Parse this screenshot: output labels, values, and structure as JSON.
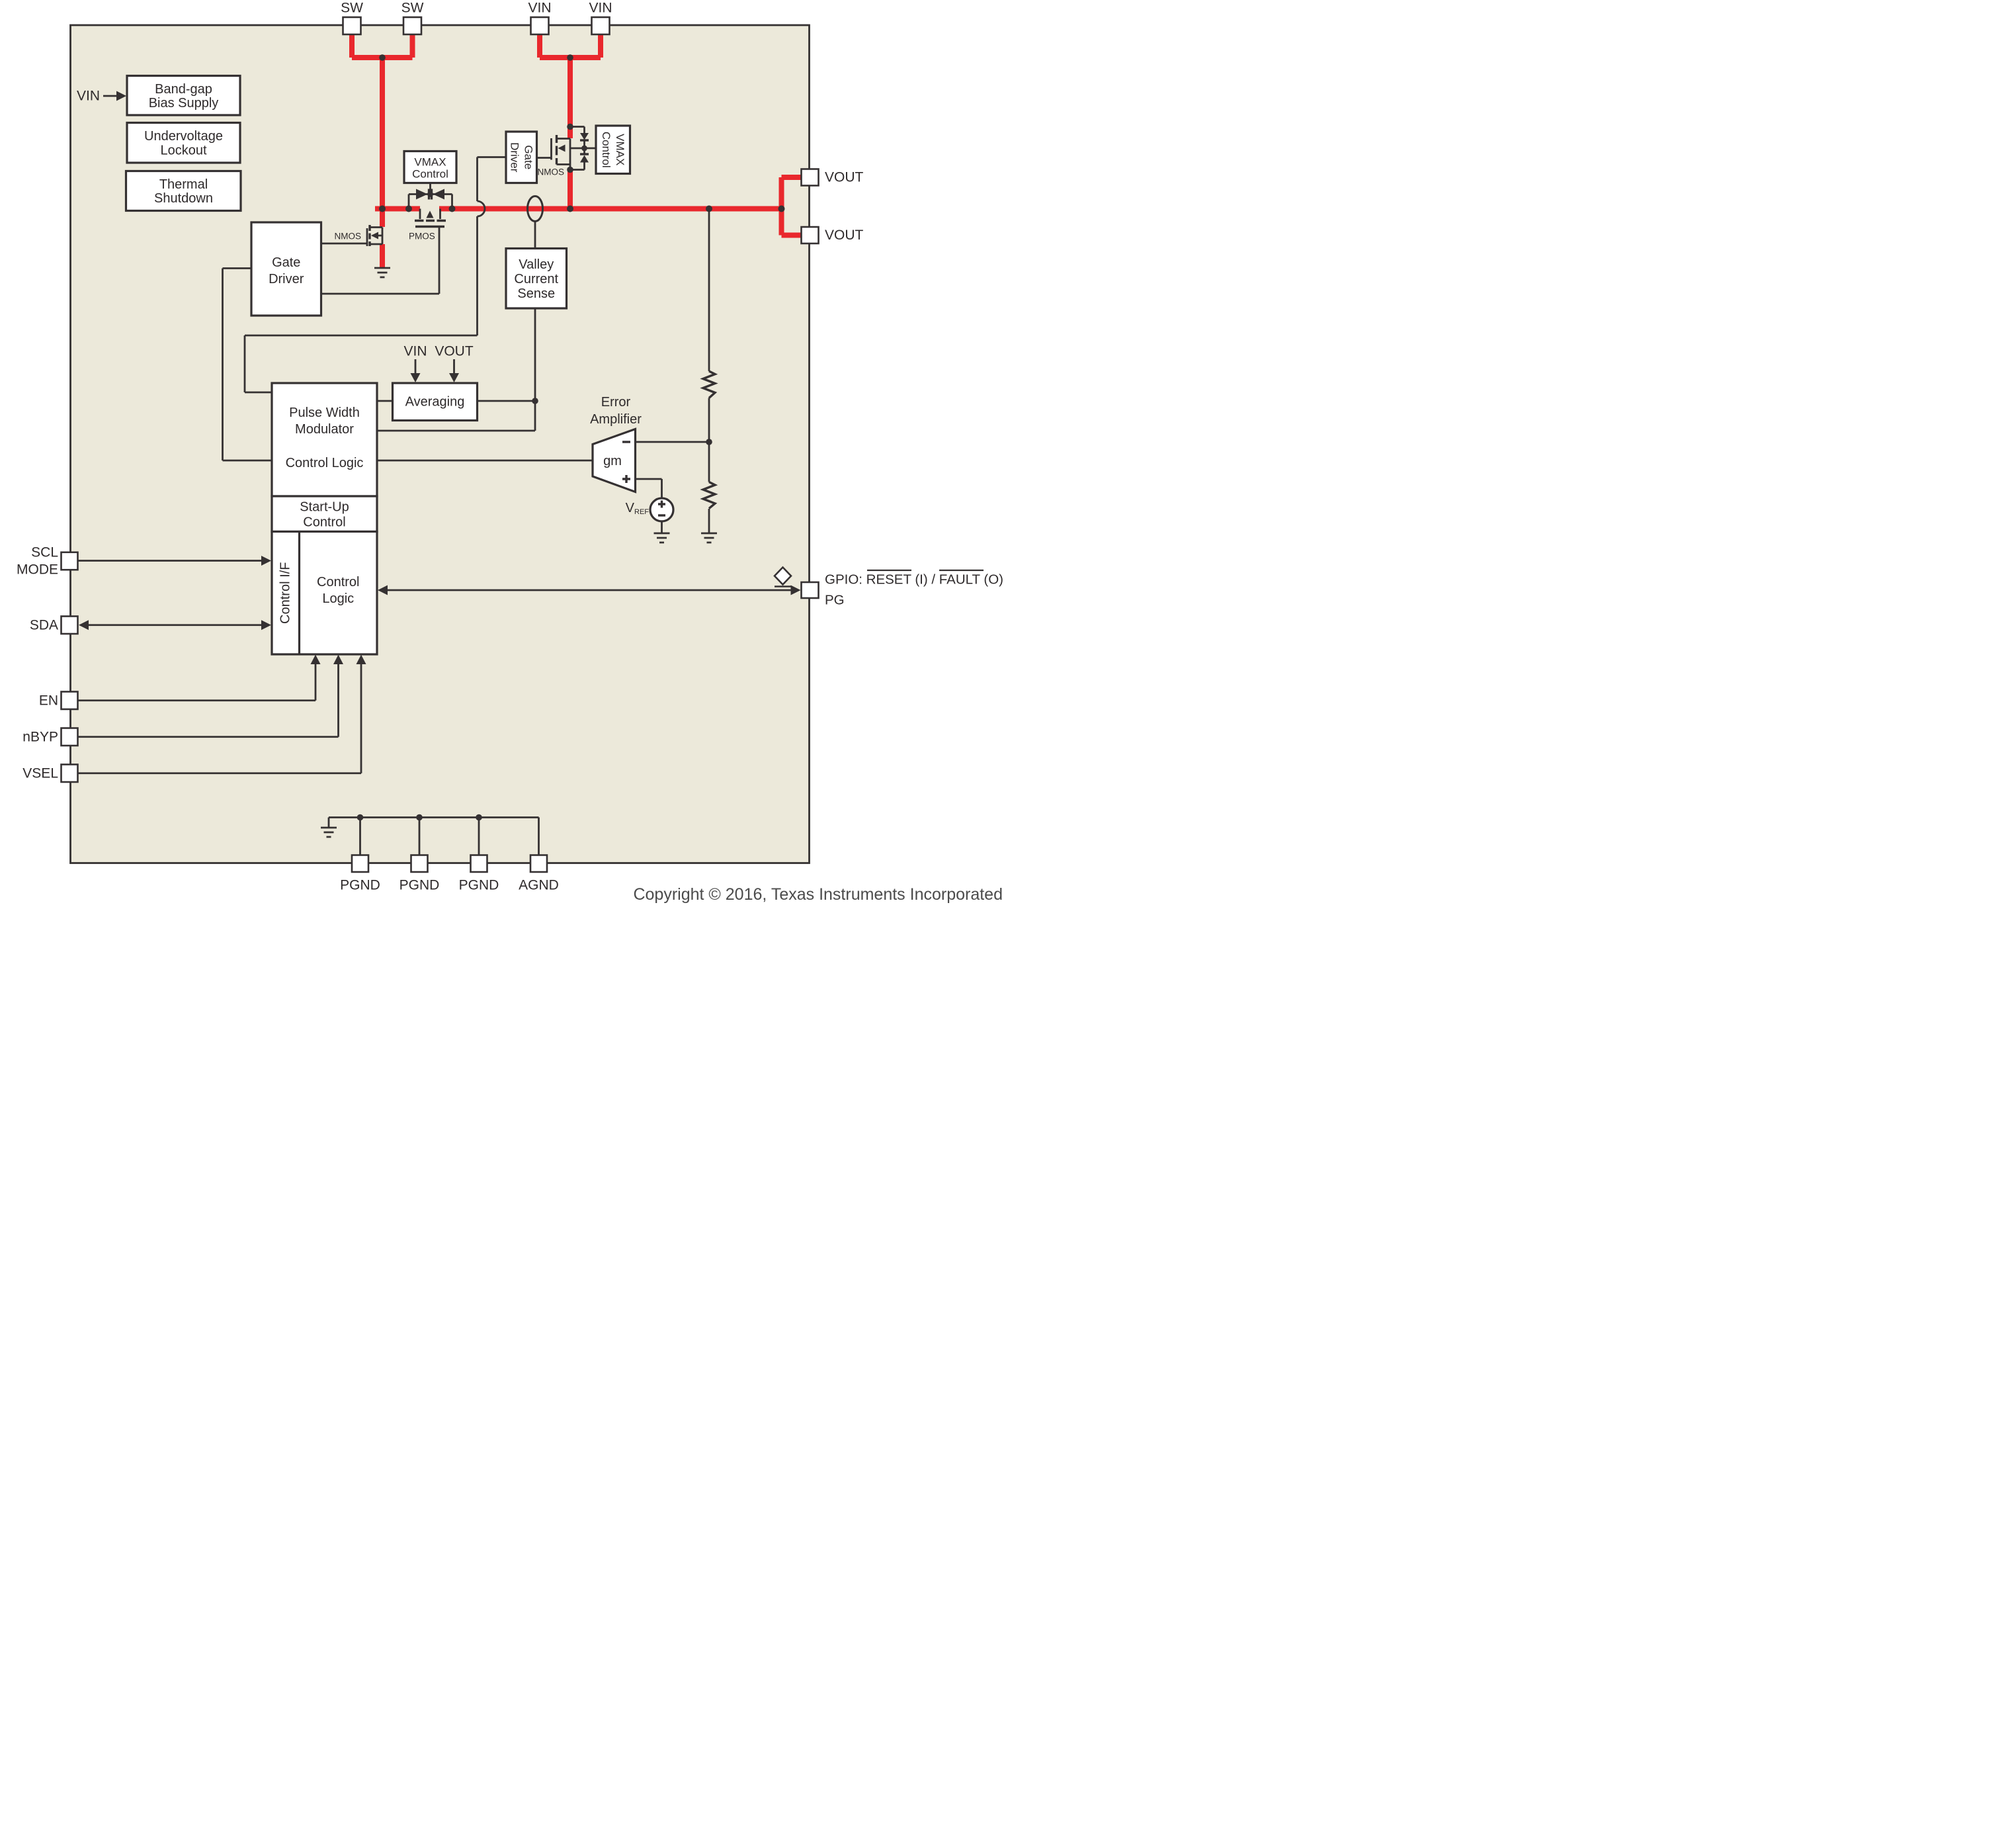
{
  "copyright": "Copyright © 2016, Texas Instruments Incorporated",
  "colors": {
    "chip_fill": "#ece9da",
    "wire": "#353132",
    "power_path": "#e9282d",
    "box_fill": "#ffffff",
    "copyright_text": "#4b4b4b"
  },
  "pins": {
    "top": [
      {
        "label": "SW"
      },
      {
        "label": "SW"
      },
      {
        "label": "VIN"
      },
      {
        "label": "VIN"
      }
    ],
    "left": {
      "scl": "SCL",
      "mode": "MODE",
      "sda": "SDA",
      "en": "EN",
      "nbyp": "nBYP",
      "vsel": "VSEL"
    },
    "right": [
      {
        "label": "VOUT"
      },
      {
        "label": "VOUT"
      }
    ],
    "gpio": {
      "prefix": "GPIO: ",
      "reset": "RESET",
      "mid": " (I) / ",
      "fault": "FAULT",
      "suffix": " (O)",
      "line2": "PG"
    },
    "bottom": [
      {
        "label": "PGND"
      },
      {
        "label": "PGND"
      },
      {
        "label": "PGND"
      },
      {
        "label": "AGND"
      }
    ]
  },
  "blocks": {
    "band_gap": {
      "line1": "Band-gap",
      "line2": "Bias Supply"
    },
    "undervoltage": {
      "line1": "Undervoltage",
      "line2": "Lockout"
    },
    "thermal": {
      "line1": "Thermal",
      "line2": "Shutdown"
    },
    "gate_driver_left": {
      "line1": "Gate",
      "line2": "Driver"
    },
    "vmax_left": {
      "line1": "VMAX",
      "line2": "Control"
    },
    "gate_driver_right": {
      "line1": "Gate",
      "line2": "Driver"
    },
    "vmax_right": {
      "line1": "VMAX",
      "line2": "Control"
    },
    "valley_current_sense": {
      "line1": "Valley",
      "line2": "Current",
      "line3": "Sense"
    },
    "averaging": {
      "label": "Averaging"
    },
    "pwm": {
      "line1": "Pulse Width",
      "line2": "Modulator",
      "line3": "Control Logic"
    },
    "startup": {
      "line1": "Start-Up",
      "line2": "Control"
    },
    "control_if": {
      "label": "Control I/F"
    },
    "control_logic": {
      "line1": "Control",
      "line2": "Logic"
    }
  },
  "transistors": {
    "nmos_left": "NMOS",
    "pmos": "PMOS",
    "nmos_right": "NMOS"
  },
  "error_amplifier": {
    "title_line1": "Error",
    "title_line2": "Amplifier",
    "gm": "gm",
    "vref_v": "V",
    "vref_sub": "REF"
  },
  "averaging_inputs": {
    "vin": "VIN",
    "vout": "VOUT"
  },
  "vin_annotation": "VIN"
}
